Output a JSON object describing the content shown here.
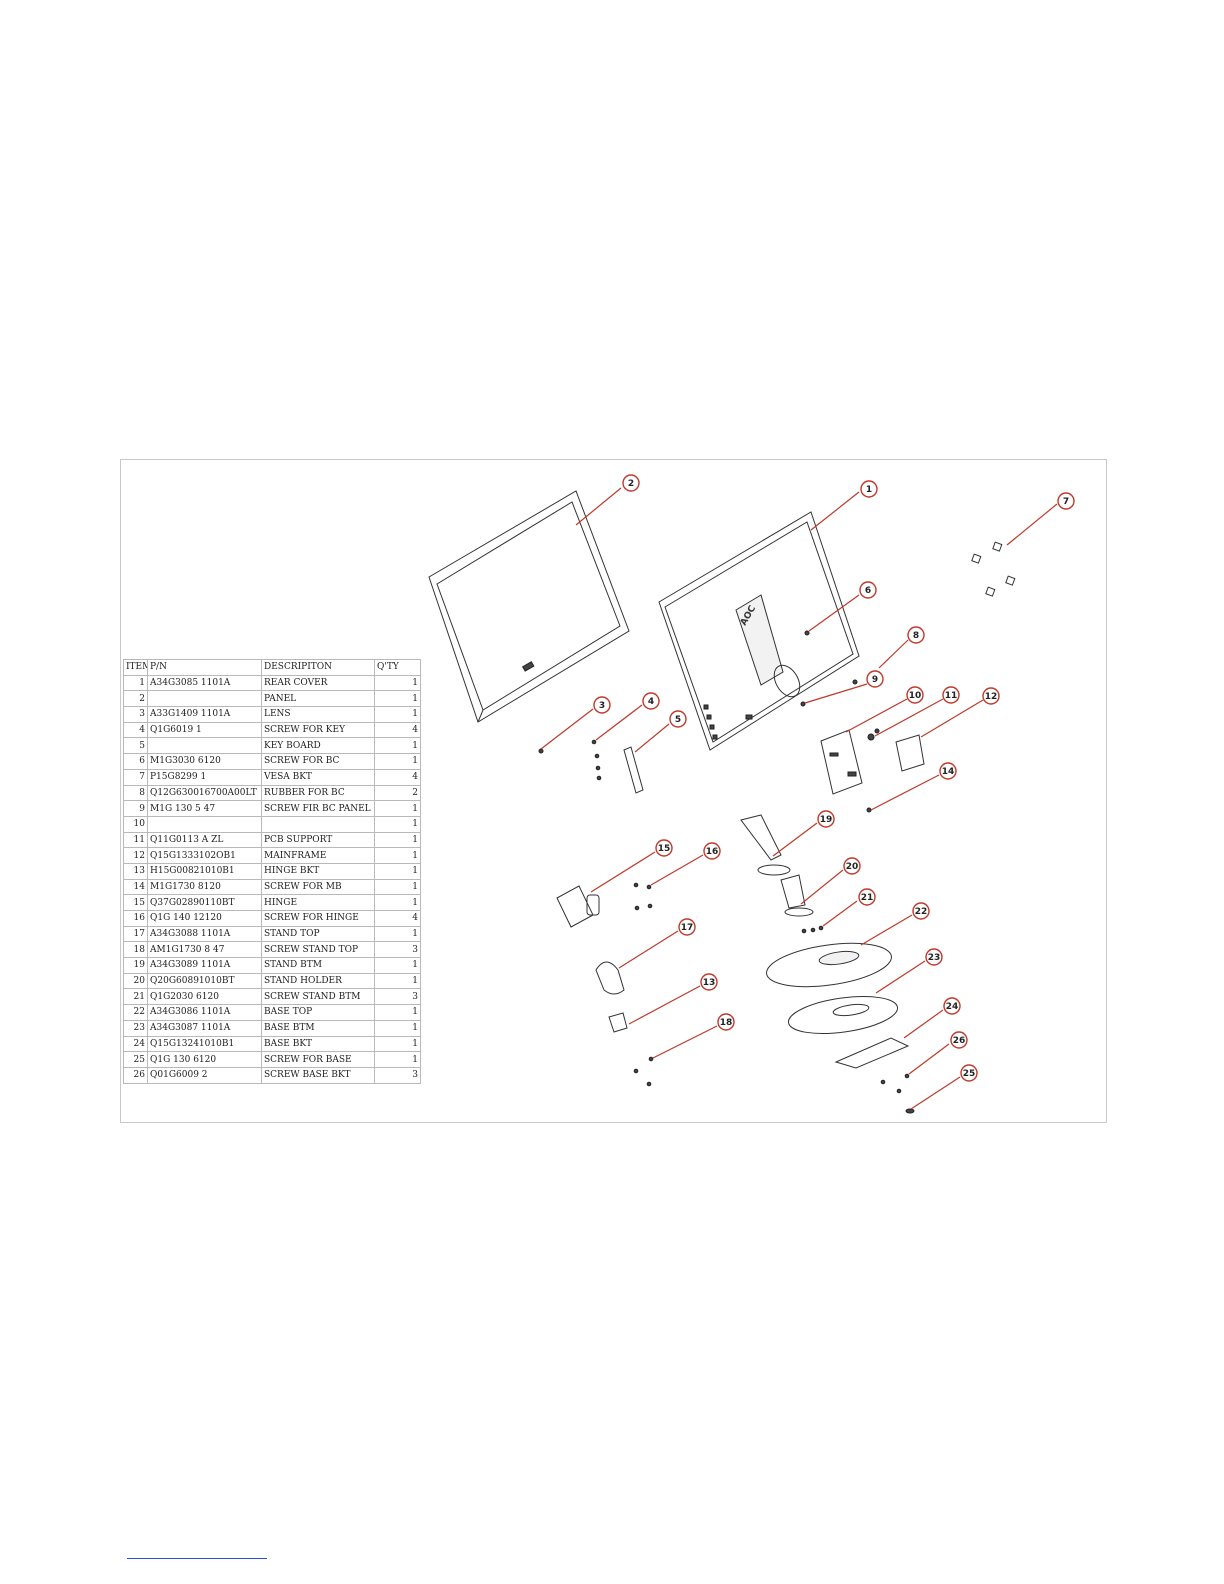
{
  "bom": {
    "headers": [
      "ITEM",
      "P/N",
      "DESCRIPITON",
      "Q'TY"
    ],
    "rows": [
      [
        "1",
        "A34G3085  1101A",
        "REAR COVER",
        "1"
      ],
      [
        "2",
        "",
        "PANEL",
        "1"
      ],
      [
        "3",
        "A33G1409  1101A",
        "LENS",
        "1"
      ],
      [
        "4",
        "Q1G6019   1",
        "SCREW FOR KEY",
        "4"
      ],
      [
        "5",
        "",
        "KEY BOARD",
        "1"
      ],
      [
        "6",
        "M1G3030   6120",
        "SCREW FOR BC",
        "1"
      ],
      [
        "7",
        "P15G8299   1",
        "VESA BKT",
        "4"
      ],
      [
        "8",
        "Q12G630016700A00LT",
        "RUBBER FOR BC",
        "2"
      ],
      [
        "9",
        "M1G 130   5 47",
        "SCREW FIR BC PANEL",
        "1"
      ],
      [
        "10",
        "",
        "",
        "1"
      ],
      [
        "11",
        "Q11G0113   A      ZL",
        "PCB SUPPORT",
        "1"
      ],
      [
        "12",
        "Q15G1333102OB1",
        "MAINFRAME",
        "1"
      ],
      [
        "13",
        "H15G00821010B1",
        "HINGE BKT",
        "1"
      ],
      [
        "14",
        "M1G1730   8120",
        "SCREW FOR MB",
        "1"
      ],
      [
        "15",
        "Q37G02890110BT",
        "HINGE",
        "1"
      ],
      [
        "16",
        "Q1G 140 12120",
        "SCREW FOR HINGE",
        "4"
      ],
      [
        "17",
        "A34G3088  1101A",
        "STAND TOP",
        "1"
      ],
      [
        "18",
        "AM1G1730   8 47",
        "SCREW STAND TOP",
        "3"
      ],
      [
        "19",
        "A34G3089  1101A",
        "STAND BTM",
        "1"
      ],
      [
        "20",
        "Q20G60891010BT",
        "STAND HOLDER",
        "1"
      ],
      [
        "21",
        "Q1G2030   6120",
        "SCREW STAND BTM",
        "3"
      ],
      [
        "22",
        "A34G3086  1101A",
        "BASE TOP",
        "1"
      ],
      [
        "23",
        "A34G3087  1101A",
        "BASE BTM",
        "1"
      ],
      [
        "24",
        "Q15G13241010B1",
        "BASE BKT",
        "1"
      ],
      [
        "25",
        "Q1G 130   6120",
        "SCREW FOR BASE",
        "1"
      ],
      [
        "26",
        "Q01G6009   2",
        "SCREW BASE BKT",
        "3"
      ]
    ]
  },
  "diagram": {
    "callouts": [
      "1",
      "2",
      "3",
      "4",
      "5",
      "6",
      "7",
      "8",
      "9",
      "10",
      "11",
      "12",
      "13",
      "14",
      "15",
      "16",
      "17",
      "18",
      "19",
      "20",
      "21",
      "22",
      "23",
      "24",
      "25",
      "26"
    ],
    "brand_logo": "AOC",
    "callout_color": "#c0392b"
  }
}
